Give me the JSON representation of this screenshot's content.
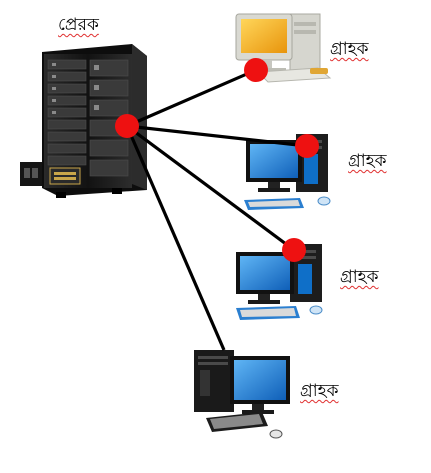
{
  "diagram": {
    "sender": {
      "label": "প্রেরক"
    },
    "receivers": [
      {
        "label": "গ্রাহক"
      },
      {
        "label": "গ্রাহক"
      },
      {
        "label": "গ্রাহক"
      },
      {
        "label": "গ্রাহক"
      }
    ],
    "colors": {
      "link_line": "#000000",
      "node_dot": "#ee1111",
      "server_body": "#1b1b1b",
      "monitor_screen": "#1f7ed8",
      "legacy_screen": "#f2b31a",
      "legacy_case": "#d9d9d2"
    }
  }
}
